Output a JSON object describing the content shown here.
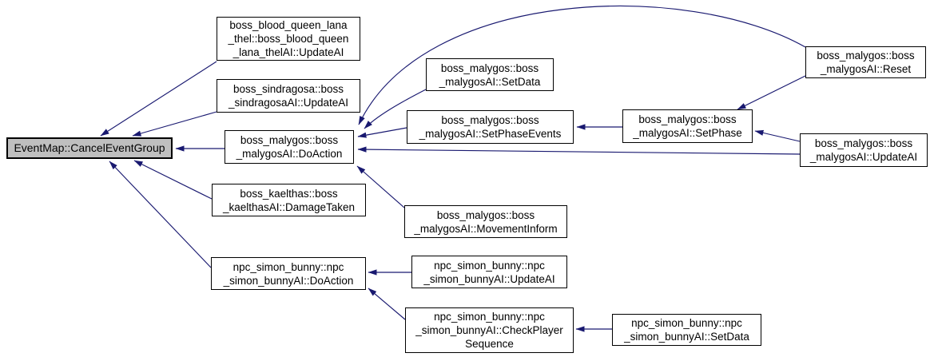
{
  "diagram": {
    "type": "call-graph",
    "focus_function": "EventMap::CancelEventGroup",
    "colors": {
      "edge": "#191970",
      "node_border": "#000000",
      "node_fill": "#ffffff",
      "focus_node_fill": "#bfbfbf"
    },
    "nodes": {
      "cancel_event_group": {
        "label": "EventMap::CancelEventGroup"
      },
      "blood_queen_update_ai": {
        "label": "boss_blood_queen_lana\n_thel::boss_blood_queen\n_lana_thelAI::UpdateAI"
      },
      "sindragosa_update_ai": {
        "label": "boss_sindragosa::boss\n_sindragosaAI::UpdateAI"
      },
      "malygos_do_action": {
        "label": "boss_malygos::boss\n_malygosAI::DoAction"
      },
      "kaelthas_damage_taken": {
        "label": "boss_kaelthas::boss\n_kaelthasAI::DamageTaken"
      },
      "malygos_set_data": {
        "label": "boss_malygos::boss\n_malygosAI::SetData"
      },
      "malygos_set_phase_events": {
        "label": "boss_malygos::boss\n_malygosAI::SetPhaseEvents"
      },
      "malygos_movement_inform": {
        "label": "boss_malygos::boss\n_malygosAI::MovementInform"
      },
      "malygos_set_phase": {
        "label": "boss_malygos::boss\n_malygosAI::SetPhase"
      },
      "malygos_reset": {
        "label": "boss_malygos::boss\n_malygosAI::Reset"
      },
      "malygos_update_ai": {
        "label": "boss_malygos::boss\n_malygosAI::UpdateAI"
      },
      "simon_do_action": {
        "label": "npc_simon_bunny::npc\n_simon_bunnyAI::DoAction"
      },
      "simon_update_ai": {
        "label": "npc_simon_bunny::npc\n_simon_bunnyAI::UpdateAI"
      },
      "simon_check_player_sequence": {
        "label": "npc_simon_bunny::npc\n_simon_bunnyAI::CheckPlayer\nSequence"
      },
      "simon_set_data": {
        "label": "npc_simon_bunny::npc\n_simon_bunnyAI::SetData"
      }
    },
    "edges": [
      {
        "from": "blood_queen_update_ai",
        "to": "cancel_event_group"
      },
      {
        "from": "sindragosa_update_ai",
        "to": "cancel_event_group"
      },
      {
        "from": "malygos_do_action",
        "to": "cancel_event_group"
      },
      {
        "from": "kaelthas_damage_taken",
        "to": "cancel_event_group"
      },
      {
        "from": "simon_do_action",
        "to": "cancel_event_group"
      },
      {
        "from": "malygos_set_data",
        "to": "malygos_do_action"
      },
      {
        "from": "malygos_reset",
        "to": "malygos_do_action"
      },
      {
        "from": "malygos_set_phase_events",
        "to": "malygos_do_action"
      },
      {
        "from": "malygos_update_ai",
        "to": "malygos_do_action"
      },
      {
        "from": "malygos_movement_inform",
        "to": "malygos_do_action"
      },
      {
        "from": "malygos_set_phase",
        "to": "malygos_set_phase_events"
      },
      {
        "from": "malygos_reset",
        "to": "malygos_set_phase"
      },
      {
        "from": "malygos_update_ai",
        "to": "malygos_set_phase"
      },
      {
        "from": "simon_update_ai",
        "to": "simon_do_action"
      },
      {
        "from": "simon_check_player_sequence",
        "to": "simon_do_action"
      },
      {
        "from": "simon_set_data",
        "to": "simon_check_player_sequence"
      }
    ]
  }
}
